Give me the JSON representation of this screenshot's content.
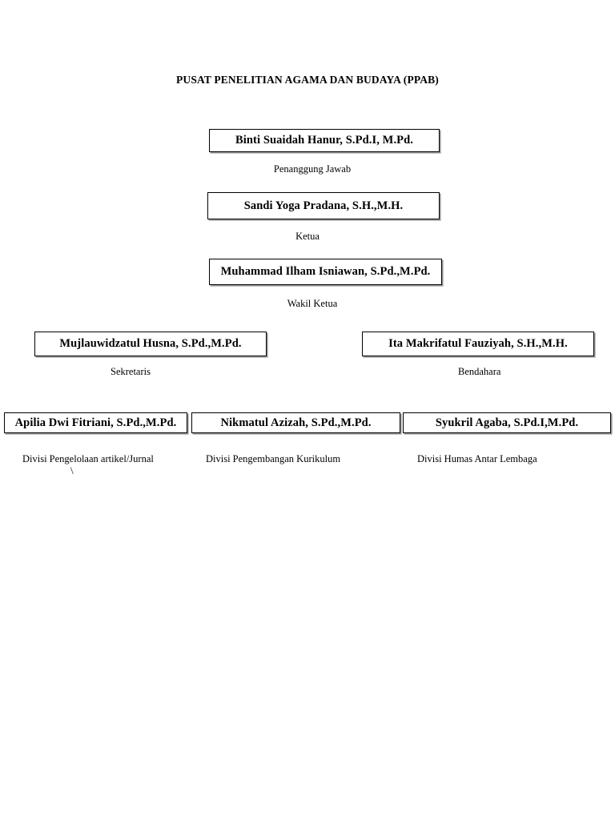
{
  "document": {
    "title": "PUSAT PENELITIAN AGAMA DAN BUDAYA (PPAB)",
    "background_color": "#ffffff",
    "text_color": "#000000",
    "box_border_color": "#000000",
    "box_shadow_color": "#9a9a9a"
  },
  "chart_type": "organizational-chart",
  "nodes": [
    {
      "id": "penanggung-jawab",
      "name": "Binti Suaidah Hanur, S.Pd.I, M.Pd.",
      "role": "Penanggung Jawab",
      "level": 1
    },
    {
      "id": "ketua",
      "name": "Sandi Yoga Pradana, S.H.,M.H.",
      "role": "Ketua",
      "level": 2
    },
    {
      "id": "wakil-ketua",
      "name": "Muhammad Ilham Isniawan, S.Pd.,M.Pd.",
      "role": "Wakil Ketua",
      "level": 3
    },
    {
      "id": "sekretaris",
      "name": "Mujlauwidzatul Husna, S.Pd.,M.Pd.",
      "role": "Sekretaris",
      "level": 4
    },
    {
      "id": "bendahara",
      "name": "Ita Makrifatul Fauziyah, S.H.,M.H.",
      "role": "Bendahara",
      "level": 4
    },
    {
      "id": "divisi-artikel",
      "name": "Apilia Dwi Fitriani, S.Pd.,M.Pd.",
      "role": "Divisi Pengelolaan artikel/Jurnal",
      "level": 5
    },
    {
      "id": "divisi-kurikulum",
      "name": "Nikmatul Azizah, S.Pd.,M.Pd.",
      "role": "Divisi Pengembangan Kurikulum",
      "level": 5
    },
    {
      "id": "divisi-humas",
      "name": "Syukril Agaba, S.Pd.I,M.Pd.",
      "role": "Divisi Humas Antar Lembaga",
      "level": 5
    }
  ],
  "artifacts": {
    "stray_mark": "\\"
  }
}
